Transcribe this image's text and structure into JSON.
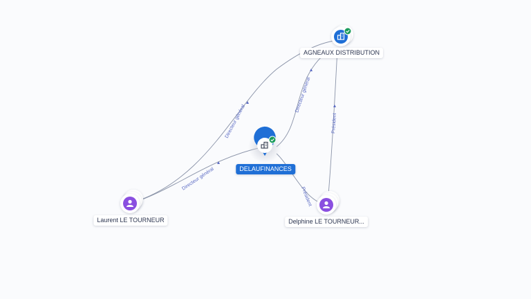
{
  "nodes": {
    "agneaux": {
      "label": "AGNEAUX DISTRIBUTION",
      "type": "company",
      "verified": true
    },
    "delaufinances": {
      "label": "DELAUFINANCES",
      "type": "company",
      "verified": true,
      "selected": true
    },
    "laurent": {
      "label": "Laurent LE TOURNEUR",
      "type": "person"
    },
    "delphine": {
      "label": "Delphine LE TOURNEUR...",
      "type": "person"
    }
  },
  "edges": {
    "laurent_agneaux": {
      "label": "Directeur général"
    },
    "laurent_delaufinances": {
      "label": "Directeur général"
    },
    "delaufinances_agneaux": {
      "label": "Directeur général"
    },
    "delphine_agneaux": {
      "label": "Président"
    },
    "delphine_delaufinances": {
      "label": "Président"
    }
  },
  "colors": {
    "company": "#1f6fd6",
    "person": "#8a4fe0",
    "verified": "#1a9b5b",
    "edge": "#8a93a8",
    "edge_label": "#5b6bc4"
  },
  "icons": {
    "company": "building-icon",
    "person": "person-icon",
    "verified": "check-badge-icon"
  }
}
